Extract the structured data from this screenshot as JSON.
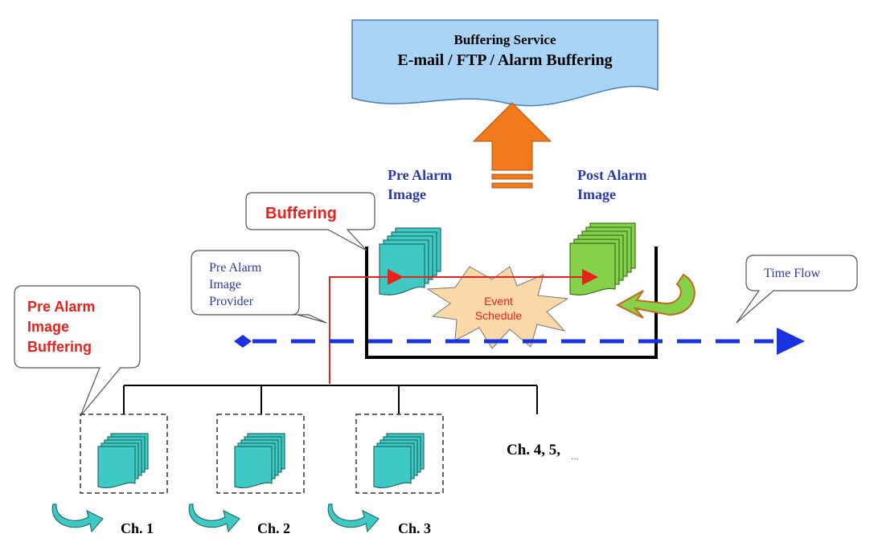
{
  "service_box": {
    "line1": "Buffering Service",
    "line2": "E-mail / FTP / Alarm Buffering",
    "fill_color": "#a9d4f5"
  },
  "labels": {
    "pre_alarm_image": [
      "Pre Alarm",
      "Image"
    ],
    "post_alarm_image": [
      "Post Alarm",
      "Image"
    ],
    "event_schedule": [
      "Event",
      "Schedule"
    ],
    "other_channels": "Ch. 4, 5,",
    "other_channels_ellipsis": "..."
  },
  "callouts": {
    "buffering": "Buffering",
    "pre_alarm_image_provider": [
      "Pre Alarm",
      "Image",
      "Provider"
    ],
    "pre_alarm_image_buffering": [
      "Pre Alarm",
      "Image",
      "Buffering"
    ],
    "time_flow": "Time Flow"
  },
  "channels": [
    {
      "label": "Ch. 1"
    },
    {
      "label": "Ch. 2"
    },
    {
      "label": "Ch. 3"
    }
  ],
  "colors": {
    "title_blue": "#2b3aa8",
    "callout_red": "#e8211b",
    "time_flow_blue": "#1a33e0",
    "stack_teal": "#3ec9c4",
    "stack_green": "#86d14a",
    "up_arrow_orange": "#f07a1c",
    "event_burst": "#fbd8a8"
  }
}
